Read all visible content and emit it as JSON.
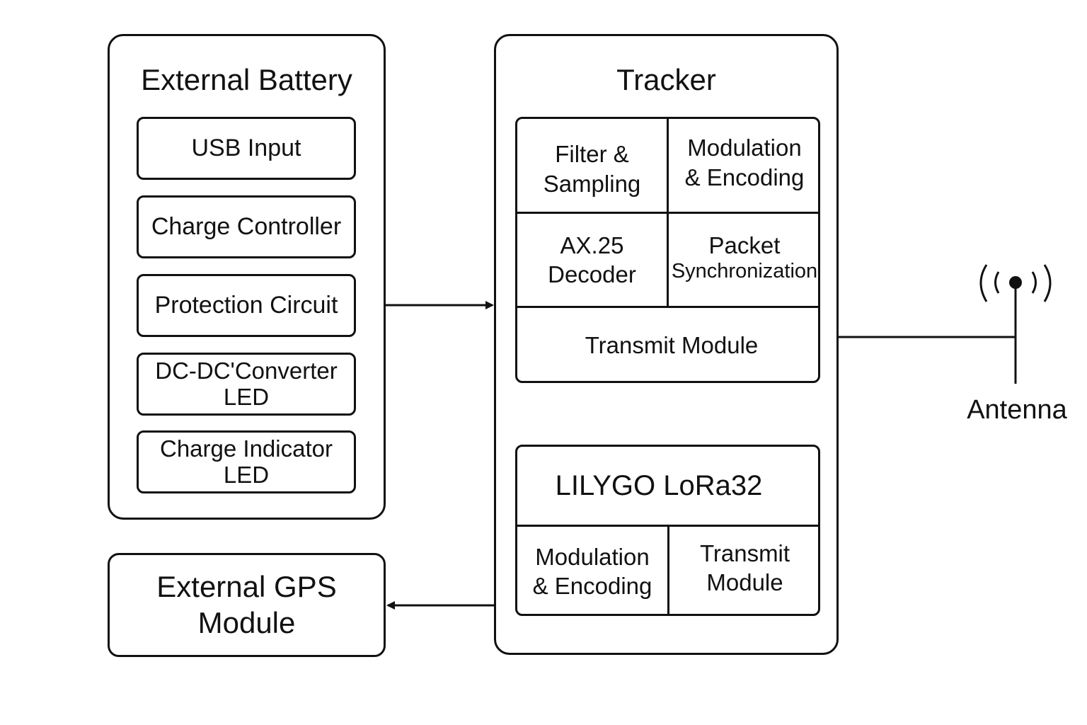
{
  "external_battery": {
    "title": "External Battery",
    "items": [
      {
        "label": "USB Input"
      },
      {
        "label": "Charge Controller"
      },
      {
        "label": "Protection Circuit"
      },
      {
        "label": "DC-DC'Converter\nLED"
      },
      {
        "label": "Charge Indicator\nLED"
      }
    ]
  },
  "tracker": {
    "title": "Tracker",
    "grid": {
      "filter_sampling": "Filter &\nSampling",
      "modulation_encoding": "Modulation\n& Encoding",
      "ax25_decoder": "AX.25\nDecoder",
      "packet_sync_line1": "Packet",
      "packet_sync_line2": "Synchronization",
      "transmit_module": "Transmit Module"
    },
    "lilygo": {
      "title": "LILYGO LoRa32",
      "modulation_encoding": "Modulation\n& Encoding",
      "transmit_module": "Transmit\nModule"
    }
  },
  "gps": {
    "label": "External GPS\nModule"
  },
  "antenna": {
    "label": "Antenna"
  }
}
